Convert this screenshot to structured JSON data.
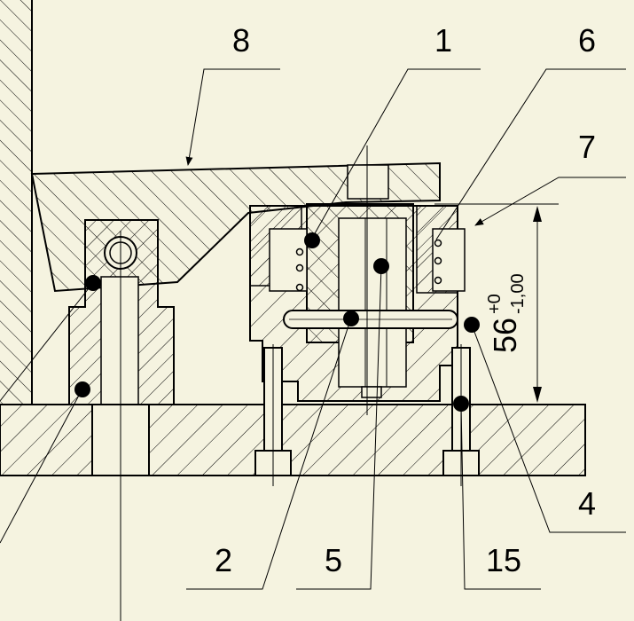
{
  "drawing": {
    "balloons": {
      "b8": "8",
      "b1": "1",
      "b6": "6",
      "b7": "7",
      "b2": "2",
      "b5": "5",
      "b15": "15",
      "b4": "4"
    },
    "dimension": {
      "nominal": "56",
      "upper_tol": "+0",
      "lower_tol": "-1,00"
    }
  }
}
